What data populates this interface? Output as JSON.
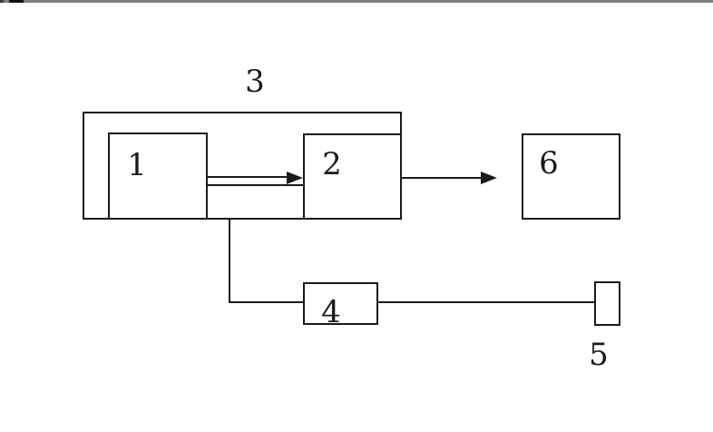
{
  "window": {
    "topbar_color": "#808080",
    "topbar_mark_color": "#111111"
  },
  "figure": {
    "type": "block-diagram",
    "background": "#ffffff",
    "line_color": "#1a1a1a",
    "nodes": {
      "box1": {
        "label": "1",
        "kind": "inner-box-of-group-3"
      },
      "box2": {
        "label": "2",
        "kind": "inner-box-of-group-3"
      },
      "group3": {
        "label": "3",
        "kind": "outer-enclosing-box"
      },
      "box4": {
        "label": "4",
        "kind": "box"
      },
      "box5": {
        "label": "5",
        "kind": "small-box-label-below"
      },
      "box6": {
        "label": "6",
        "kind": "box"
      }
    },
    "edges": [
      {
        "from": "1",
        "to": "2",
        "style": "arrow-right"
      },
      {
        "from": "1",
        "to": "2",
        "style": "plain-line"
      },
      {
        "from": "2",
        "to": "6",
        "style": "arrow-right"
      },
      {
        "from": "3",
        "to": "4",
        "style": "elbow-down-right"
      },
      {
        "from": "4",
        "to": "5",
        "style": "plain-line"
      }
    ]
  }
}
